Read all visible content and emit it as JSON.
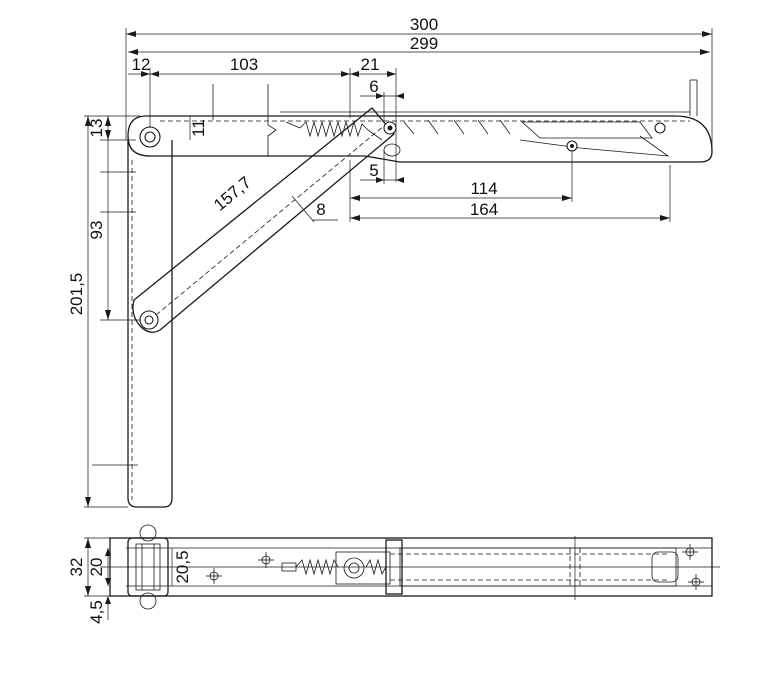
{
  "dimensions": {
    "overall_length": "300",
    "arm_length": "299",
    "pivot_offset": "12",
    "pivot_to_spring": "103",
    "spring_offset": "21",
    "slot_width": "6",
    "slot_offset": "5",
    "slide_travel": "114",
    "slide_length": "164",
    "top_height": "13",
    "arm_thickness": "11",
    "strut_length": "157,7",
    "strut_width": "8",
    "strut_drop": "93",
    "total_height": "201,5",
    "plan_width": "32",
    "plan_inner_width": "20",
    "plan_center_width": "20,5",
    "plan_offset": "4,5"
  }
}
